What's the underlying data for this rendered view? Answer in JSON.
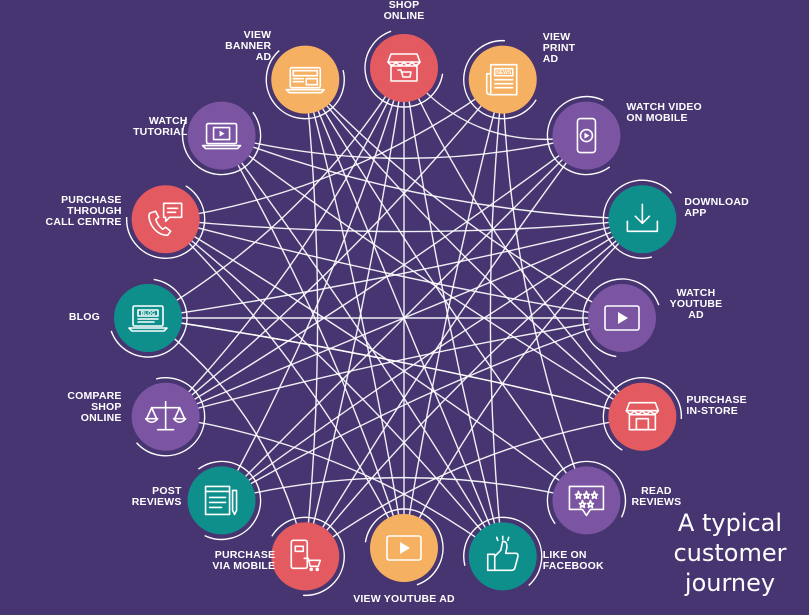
{
  "colors": {
    "background": "#463571",
    "red": "#e35b61",
    "orange": "#f6b062",
    "purple": "#7b54a2",
    "teal": "#0f8f8c",
    "line": "#ffffff"
  },
  "caption": "A typical\ncustomer\njourney",
  "nodes": [
    {
      "key": "shop_online",
      "label": "SHOP\nONLINE",
      "color": "red",
      "icon": "storefront-cart-icon"
    },
    {
      "key": "view_print_ad",
      "label": "VIEW\nPRINT\nAD",
      "color": "orange",
      "icon": "newspaper-icon"
    },
    {
      "key": "watch_video_mobile",
      "label": "WATCH VIDEO\nON MOBILE",
      "color": "purple",
      "icon": "mobile-play-icon"
    },
    {
      "key": "download_app",
      "label": "DOWNLOAD\nAPP",
      "color": "teal",
      "icon": "download-icon"
    },
    {
      "key": "watch_youtube_ad",
      "label": "WATCH\nYOUTUBE\nAD",
      "color": "purple",
      "icon": "play-screen-icon"
    },
    {
      "key": "purchase_in_store",
      "label": "PURCHASE\nIN-STORE",
      "color": "red",
      "icon": "storefront-icon"
    },
    {
      "key": "read_reviews",
      "label": "READ\nREVIEWS",
      "color": "purple",
      "icon": "star-reviews-icon"
    },
    {
      "key": "like_on_facebook",
      "label": "LIKE ON\nFACEBOOK",
      "color": "teal",
      "icon": "thumbs-up-icon"
    },
    {
      "key": "view_youtube_ad",
      "label": "VIEW YOUTUBE AD",
      "color": "orange",
      "icon": "play-screen-icon"
    },
    {
      "key": "purchase_via_mobile",
      "label": "PURCHASE\nVIA MOBILE",
      "color": "red",
      "icon": "mobile-cart-icon"
    },
    {
      "key": "post_reviews",
      "label": "POST\nREVIEWS",
      "color": "teal",
      "icon": "document-pen-icon"
    },
    {
      "key": "compare_shop_online",
      "label": "COMPARE\nSHOP\nONLINE",
      "color": "purple",
      "icon": "scales-icon"
    },
    {
      "key": "blog",
      "label": "BLOG",
      "color": "teal",
      "icon": "laptop-blog-icon",
      "icon_text": "BLOG"
    },
    {
      "key": "purchase_call_centre",
      "label": "PURCHASE\nTHROUGH\nCALL CENTRE",
      "color": "red",
      "icon": "phone-chat-icon"
    },
    {
      "key": "watch_tutorial",
      "label": "WATCH\nTUTORIAL",
      "color": "purple",
      "icon": "laptop-play-icon"
    },
    {
      "key": "view_banner_ad",
      "label": "VIEW\nBANNER\nAD",
      "color": "orange",
      "icon": "laptop-banner-icon"
    }
  ],
  "news_icon_text": "NEWS",
  "links": [
    [
      "shop_online",
      "purchase_in_store"
    ],
    [
      "shop_online",
      "post_reviews"
    ],
    [
      "shop_online",
      "like_on_facebook"
    ],
    [
      "shop_online",
      "view_youtube_ad"
    ],
    [
      "shop_online",
      "blog"
    ],
    [
      "shop_online",
      "watch_video_mobile"
    ],
    [
      "view_print_ad",
      "purchase_call_centre"
    ],
    [
      "view_print_ad",
      "compare_shop_online"
    ],
    [
      "view_print_ad",
      "view_youtube_ad"
    ],
    [
      "view_print_ad",
      "read_reviews"
    ],
    [
      "watch_video_mobile",
      "post_reviews"
    ],
    [
      "watch_video_mobile",
      "purchase_via_mobile"
    ],
    [
      "watch_video_mobile",
      "watch_tutorial"
    ],
    [
      "watch_video_mobile",
      "compare_shop_online"
    ],
    [
      "download_app",
      "purchase_via_mobile"
    ],
    [
      "download_app",
      "blog"
    ],
    [
      "download_app",
      "view_youtube_ad"
    ],
    [
      "watch_youtube_ad",
      "purchase_call_centre"
    ],
    [
      "watch_youtube_ad",
      "compare_shop_online"
    ],
    [
      "watch_youtube_ad",
      "view_banner_ad"
    ],
    [
      "purchase_in_store",
      "watch_tutorial"
    ],
    [
      "purchase_in_store",
      "purchase_via_mobile"
    ],
    [
      "purchase_in_store",
      "blog"
    ],
    [
      "read_reviews",
      "view_banner_ad"
    ],
    [
      "read_reviews",
      "post_reviews"
    ],
    [
      "read_reviews",
      "purchase_call_centre"
    ],
    [
      "like_on_facebook",
      "view_banner_ad"
    ],
    [
      "like_on_facebook",
      "compare_shop_online"
    ],
    [
      "like_on_facebook",
      "watch_tutorial"
    ],
    [
      "view_youtube_ad",
      "purchase_call_centre"
    ],
    [
      "view_youtube_ad",
      "watch_tutorial"
    ],
    [
      "purchase_via_mobile",
      "view_banner_ad"
    ],
    [
      "purchase_via_mobile",
      "blog"
    ],
    [
      "post_reviews",
      "download_app"
    ],
    [
      "post_reviews",
      "watch_youtube_ad"
    ],
    [
      "compare_shop_online",
      "download_app"
    ],
    [
      "compare_shop_online",
      "shop_online"
    ],
    [
      "blog",
      "purchase_in_store"
    ],
    [
      "blog",
      "watch_youtube_ad"
    ],
    [
      "purchase_call_centre",
      "download_app"
    ],
    [
      "purchase_call_centre",
      "like_on_facebook"
    ],
    [
      "watch_tutorial",
      "download_app"
    ],
    [
      "view_banner_ad",
      "purchase_in_store"
    ],
    [
      "view_banner_ad",
      "view_youtube_ad"
    ],
    [
      "view_print_ad",
      "like_on_facebook"
    ],
    [
      "shop_online",
      "purchase_via_mobile"
    ]
  ]
}
